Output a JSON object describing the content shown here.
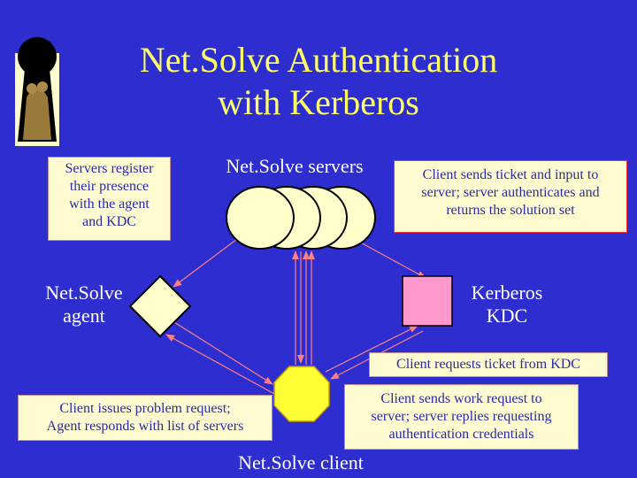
{
  "slide": {
    "title_line1": "Net.Solve Authentication",
    "title_line2": "with Kerberos"
  },
  "labels": {
    "servers": "Net.Solve servers",
    "agent_line1": "Net.Solve",
    "agent_line2": "agent",
    "kdc_line1": "Kerberos",
    "kdc_line2": "KDC",
    "client": "Net.Solve client"
  },
  "notes": {
    "register": [
      "Servers register",
      "their presence",
      "with the agent",
      "and KDC"
    ],
    "ticket_input": [
      "Client sends ticket and input to",
      "server; server authenticates and",
      "returns the solution set"
    ],
    "request_ticket": "Client requests ticket from KDC",
    "problem_request": [
      "Client issues problem request;",
      "Agent responds with list of servers"
    ],
    "work_request": [
      "Client sends work request to",
      "server; server replies requesting",
      "authentication credentials"
    ]
  },
  "colors": {
    "background": "#2e2ed0",
    "title": "#ffff66",
    "note_bg": "#fffbd0",
    "note_text": "#2a2aa8",
    "server": "#ffffcc",
    "agent": "#ffffcc",
    "kdc": "#ff99cc",
    "client": "#ffff33",
    "arrow": "#ff8080"
  },
  "logo": "keyhole-cerberus-logo"
}
